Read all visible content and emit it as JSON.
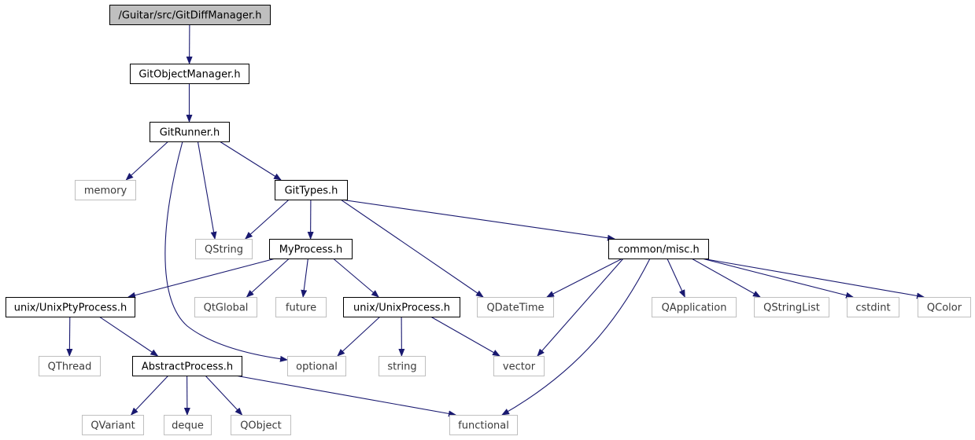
{
  "diagram": {
    "nodes": [
      {
        "id": "GitDiffManager",
        "label": "/Guitar/src/GitDiffManager.h",
        "kind": "root"
      },
      {
        "id": "GitObjectManager",
        "label": "GitObjectManager.h",
        "kind": "local"
      },
      {
        "id": "GitRunner",
        "label": "GitRunner.h",
        "kind": "local"
      },
      {
        "id": "memory",
        "label": "memory",
        "kind": "external"
      },
      {
        "id": "GitTypes",
        "label": "GitTypes.h",
        "kind": "local"
      },
      {
        "id": "QString",
        "label": "QString",
        "kind": "external"
      },
      {
        "id": "MyProcess",
        "label": "MyProcess.h",
        "kind": "local"
      },
      {
        "id": "commonmisc",
        "label": "common/misc.h",
        "kind": "local"
      },
      {
        "id": "UnixPtyProcess",
        "label": "unix/UnixPtyProcess.h",
        "kind": "local"
      },
      {
        "id": "QtGlobal",
        "label": "QtGlobal",
        "kind": "external"
      },
      {
        "id": "future",
        "label": "future",
        "kind": "external"
      },
      {
        "id": "UnixProcess",
        "label": "unix/UnixProcess.h",
        "kind": "local"
      },
      {
        "id": "QDateTime",
        "label": "QDateTime",
        "kind": "external"
      },
      {
        "id": "QApplication",
        "label": "QApplication",
        "kind": "external"
      },
      {
        "id": "QStringList",
        "label": "QStringList",
        "kind": "external"
      },
      {
        "id": "cstdint",
        "label": "cstdint",
        "kind": "external"
      },
      {
        "id": "QColor",
        "label": "QColor",
        "kind": "external"
      },
      {
        "id": "QThread",
        "label": "QThread",
        "kind": "external"
      },
      {
        "id": "AbstractProcess",
        "label": "AbstractProcess.h",
        "kind": "local"
      },
      {
        "id": "optional",
        "label": "optional",
        "kind": "external"
      },
      {
        "id": "string",
        "label": "string",
        "kind": "external"
      },
      {
        "id": "vector",
        "label": "vector",
        "kind": "external"
      },
      {
        "id": "QVariant",
        "label": "QVariant",
        "kind": "external"
      },
      {
        "id": "deque",
        "label": "deque",
        "kind": "external"
      },
      {
        "id": "QObject",
        "label": "QObject",
        "kind": "external"
      },
      {
        "id": "functional",
        "label": "functional",
        "kind": "external"
      }
    ],
    "edges": [
      {
        "from": "GitDiffManager",
        "to": "GitObjectManager"
      },
      {
        "from": "GitObjectManager",
        "to": "GitRunner"
      },
      {
        "from": "GitRunner",
        "to": "memory"
      },
      {
        "from": "GitRunner",
        "to": "QString"
      },
      {
        "from": "GitRunner",
        "to": "GitTypes"
      },
      {
        "from": "GitRunner",
        "to": "optional"
      },
      {
        "from": "GitTypes",
        "to": "QString"
      },
      {
        "from": "GitTypes",
        "to": "MyProcess"
      },
      {
        "from": "GitTypes",
        "to": "QDateTime"
      },
      {
        "from": "GitTypes",
        "to": "commonmisc"
      },
      {
        "from": "MyProcess",
        "to": "UnixPtyProcess"
      },
      {
        "from": "MyProcess",
        "to": "QtGlobal"
      },
      {
        "from": "MyProcess",
        "to": "future"
      },
      {
        "from": "MyProcess",
        "to": "UnixProcess"
      },
      {
        "from": "commonmisc",
        "to": "QDateTime"
      },
      {
        "from": "commonmisc",
        "to": "vector"
      },
      {
        "from": "commonmisc",
        "to": "functional"
      },
      {
        "from": "commonmisc",
        "to": "QApplication"
      },
      {
        "from": "commonmisc",
        "to": "QStringList"
      },
      {
        "from": "commonmisc",
        "to": "cstdint"
      },
      {
        "from": "commonmisc",
        "to": "QColor"
      },
      {
        "from": "UnixPtyProcess",
        "to": "QThread"
      },
      {
        "from": "UnixPtyProcess",
        "to": "AbstractProcess"
      },
      {
        "from": "UnixProcess",
        "to": "optional"
      },
      {
        "from": "UnixProcess",
        "to": "string"
      },
      {
        "from": "UnixProcess",
        "to": "vector"
      },
      {
        "from": "AbstractProcess",
        "to": "QVariant"
      },
      {
        "from": "AbstractProcess",
        "to": "deque"
      },
      {
        "from": "AbstractProcess",
        "to": "QObject"
      },
      {
        "from": "AbstractProcess",
        "to": "functional"
      }
    ],
    "colors": {
      "edge": "#191970",
      "local_border": "#000000",
      "external_border": "#bfbfbf",
      "root_fill": "#bfbfbf",
      "node_fill": "#ffffff"
    }
  }
}
